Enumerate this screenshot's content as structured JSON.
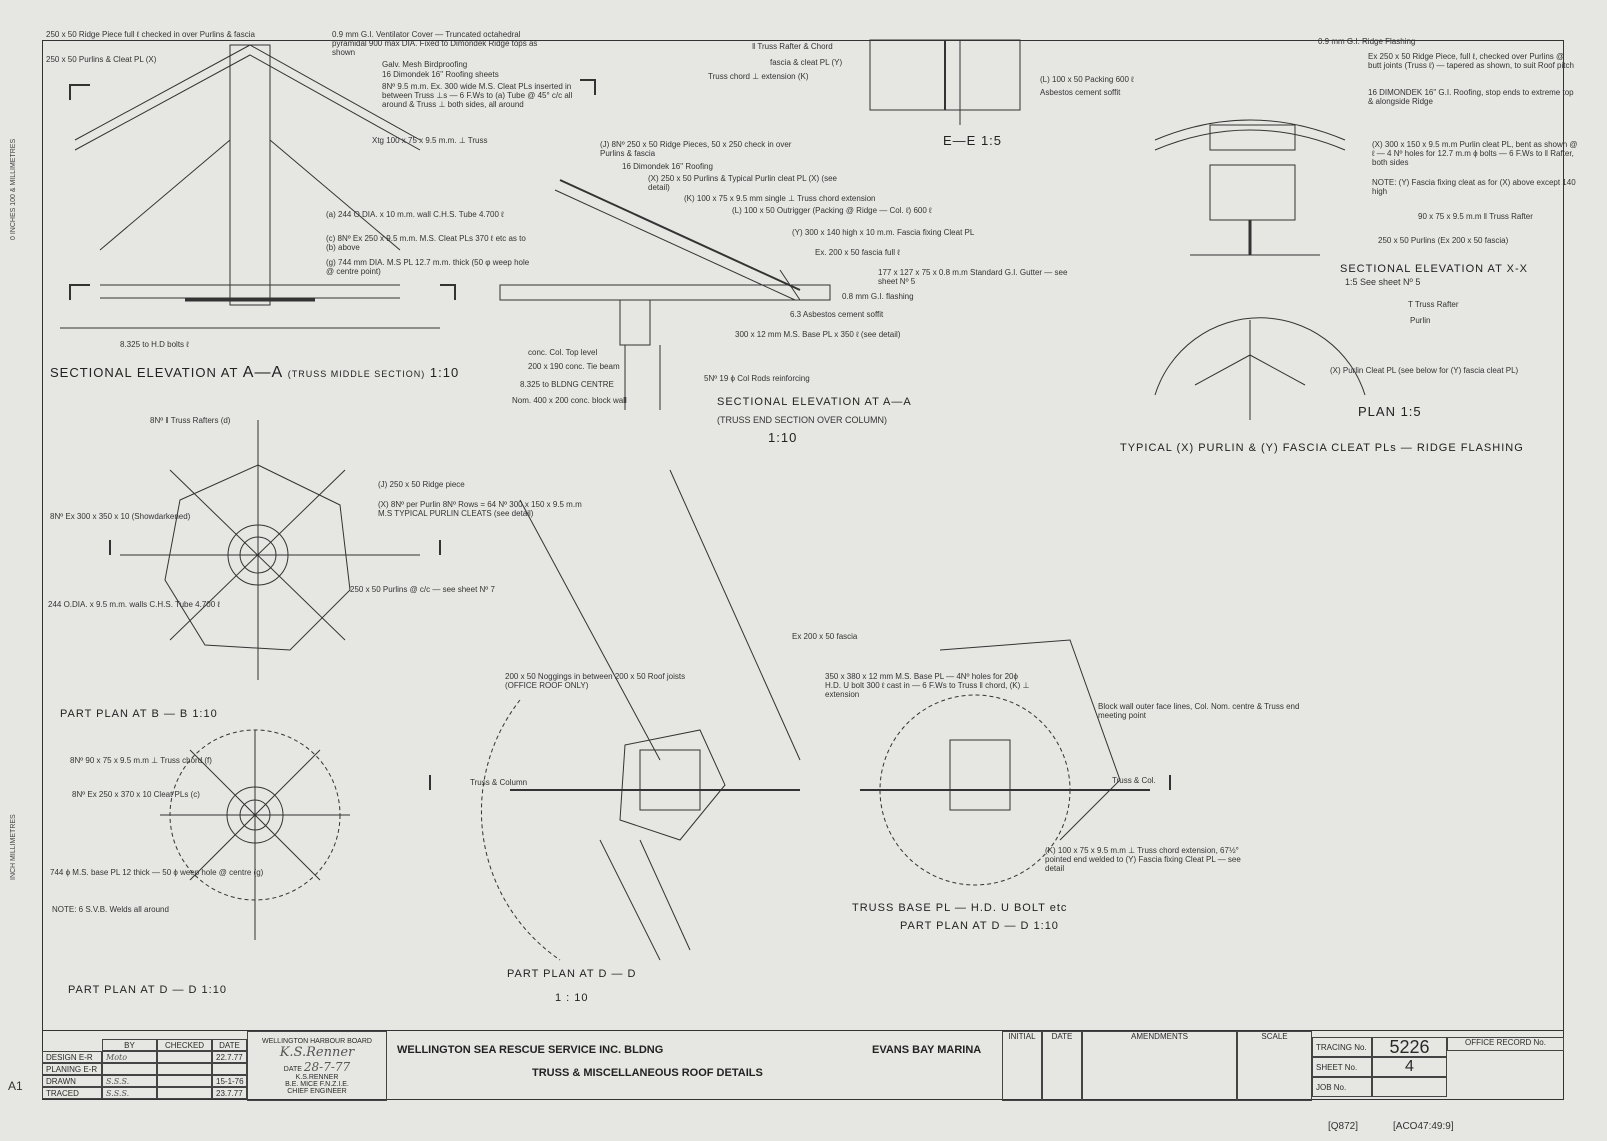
{
  "views": {
    "sec_aa_middle": {
      "title": "SECTIONAL ELEVATION AT",
      "mark": "A—A",
      "note": "(TRUSS MIDDLE SECTION)",
      "scale": "1:10"
    },
    "ee": {
      "title": "E—E 1:5"
    },
    "sec_xx": {
      "title": "SECTIONAL ELEVATION AT X-X",
      "sub": "1:5  See sheet Nº 5"
    },
    "plan": {
      "title": "PLAN 1:5"
    },
    "typical": {
      "title": "TYPICAL (X) PURLIN & (Y) FASCIA CLEAT PLs — RIDGE FLASHING"
    },
    "sec_aa_end": {
      "title": "SECTIONAL ELEVATION AT A—A",
      "note": "(TRUSS END SECTION OVER COLUMN)",
      "scale": "1:10"
    },
    "bb": {
      "title": "PART PLAN AT B — B",
      "scale": "1:10"
    },
    "dd_left": {
      "title": "PART PLAN AT D — D",
      "scale": "1:10"
    },
    "dd_mid": {
      "title": "PART PLAN AT D — D",
      "scale": "1 : 10"
    },
    "truss_base": {
      "title": "TRUSS BASE PL — H.D. U BOLT  etc",
      "sub": "PART PLAN AT D — D   1:10"
    }
  },
  "annotations": [
    "250 x 50 Ridge Piece full ℓ checked in over Purlins & fascia",
    "250 x 50 Purlins & Cleat PL (X)",
    "0.9 mm G.I. Ventilator Cover — Truncated octahedral pyramidal 900 max DIA. Fixed to Dimondek Ridge tops as shown",
    "Galv. Mesh Birdproofing",
    "16 Dimondek 16\" Roofing sheets",
    "8Nº 9.5 m.m. Ex. 300 wide M.S. Cleat PLs inserted in between Truss ⊥s — 6 F.Ws to (a) Tube @ 45° c/c all around & Truss ⊥ both sides, all around",
    "Xtg 100 x 75 x 9.5 m.m. ⊥ Truss",
    "(a) 244 O.DIA. x 10 m.m. wall C.H.S. Tube 4.700 ℓ",
    "(c) 8Nº Ex 250 x 9.5 m.m. M.S. Cleat PLs 370 ℓ etc as to (b) above",
    "(g) 744 mm DIA. M.S PL 12.7 m.m. thick (50 φ weep hole @ centre point)",
    "8.325 to H.D bolts ℓ",
    "‖ Truss Rafter & Chord",
    "fascia & cleat PL (Y)",
    "Truss chord ⊥ extension (K)",
    "(L) 100 x 50 Packing 600 ℓ",
    "Asbestos cement soffit",
    "0.9 mm G.I. Ridge Flashing",
    "Ex 250 x 50 Ridge Piece, full ℓ, checked over Purlins @ butt joints (Truss ℓ) — tapered as shown, to suit Roof pitch",
    "16 DIMONDEK 16\" G.I. Roofing, stop ends to extreme top & alongside Ridge",
    "(X) 300 x 150 x 9.5 m.m Purlin cleat PL, bent as shown @ ℓ — 4 Nº holes for 12.7 m.m ϕ bolts — 6 F.Ws to ‖ Rafter, both sides",
    "NOTE: (Y) Fascia fixing cleat as for (X) above except 140 high",
    "90 x 75 x 9.5 m.m ‖ Truss Rafter",
    "250 x 50 Purlins (Ex 200 x 50 fascia)",
    "T Truss Rafter",
    "Purlin",
    "(X) Purlin Cleat PL (see below for (Y) fascia cleat PL)",
    "(J) 8Nº 250 x 50 Ridge Pieces, 50 x 250 check in over Purlins & fascia",
    "16 Dimondek 16\" Roofing",
    "(X) 250 x 50 Purlins & Typical Purlin cleat PL (X) (see detail)",
    "(K) 100 x 75 x 9.5 mm single ⊥ Truss chord extension",
    "(L) 100 x 50 Outrigger (Packing @ Ridge — Col. ℓ) 600 ℓ",
    "(Y) 300 x 140 high x 10 m.m. Fascia fixing Cleat PL",
    "Ex. 200 x 50 fascia full ℓ",
    "177 x 127 x 75 x 0.8 m.m Standard G.I. Gutter — see sheet Nº 5",
    "0.8 mm G.I. flashing",
    "6.3 Asbestos cement soffit",
    "300 x 12 mm M.S. Base PL x 350 ℓ (see detail)",
    "conc. Col. Top level",
    "200 x 190 conc. Tie beam",
    "8.325 to BLDNG CENTRE",
    "Nom. 400 x 200 conc. block wall",
    "5Nº 19 ϕ Col Rods reinforcing",
    "8Nº ‖ Truss Rafters (d)",
    "(J) 250 x 50 Ridge piece",
    "(X) 8Nº per Purlin 8Nº Rows = 64 Nº 300 x 150 x 9.5 m.m M.S TYPICAL PURLIN CLEATS (see detail)",
    "8Nº Ex 300 x 350 x 10 (Showdarkened)",
    "244 O.DIA. x 9.5 m.m. walls C.H.S. Tube 4.700 ℓ",
    "250 x 50 Purlins @ c/c — see sheet Nº 7",
    "8Nº 90 x 75 x 9.5 m.m ⊥ Truss chord (f)",
    "8Nº Ex 250 x 370 x 10 Cleat PLs (c)",
    "744 ϕ M.S. base PL 12 thick — 50 ϕ weep hole @ centre (g)",
    "NOTE: 6 S.V.B. Welds all around",
    "Ex 200 x 50 fascia",
    "200 x 50 Noggings in between 200 x 50 Roof joists (OFFICE ROOF ONLY)",
    "350 x 380 x 12 mm M.S. Base PL — 4Nº holes for 20ϕ H.D. U bolt 300 ℓ cast in — 6 F.Ws to Truss ‖ chord, (K) ⊥ extension",
    "Block wall outer face lines, Col. Nom. centre & Truss end meeting point",
    "(K) 100 x 75 x 9.5 m.m ⊥ Truss chord extension, 67½° pointed end welded to (Y) Fascia fixing Cleat PL — see detail",
    "Truss & Column",
    "Truss & Col."
  ],
  "title_block": {
    "headers": {
      "by": "BY",
      "checked": "CHECKED",
      "date": "DATE"
    },
    "rows": [
      {
        "role": "DESIGN E-R",
        "by": "Moto",
        "checked": "",
        "date": "22.7.77"
      },
      {
        "role": "PLANING E-R",
        "by": "",
        "checked": "",
        "date": ""
      },
      {
        "role": "DRAWN",
        "by": "S.S.S.",
        "checked": "",
        "date": "15-1-76"
      },
      {
        "role": "TRACED",
        "by": "S.S.S.",
        "checked": "",
        "date": "23.7.77"
      }
    ],
    "authority": "WELLINGTON HARBOUR BOARD",
    "signature": "K.S.Renner",
    "date_label": "DATE",
    "date_value": "28-7-77",
    "engineer": "K.S.RENNER",
    "engineer_quals": "B.E. MICE F.N.Z.I.E.",
    "engineer_title": "CHIEF ENGINEER",
    "project": "WELLINGTON  SEA RESCUE SERVICE INC. BLDNG",
    "drawing_title": "TRUSS & MISCELLANEOUS ROOF DETAILS",
    "location": "EVANS BAY MARINA",
    "amend_headers": {
      "initial": "INITIAL",
      "date": "DATE",
      "amendments": "AMENDMENTS",
      "scale": "SCALE"
    },
    "tracing_label": "TRACING No.",
    "tracing_no": "5226",
    "sheet_label": "SHEET No.",
    "sheet_no": "4",
    "job_label": "JOB No.",
    "office_label": "OFFICE RECORD No."
  },
  "margin": {
    "size": "A1",
    "stamp1": "[Q872]",
    "stamp2": "[ACO47:49:9]",
    "ruler_top": "0 INCHES 100 & MILLIMETRES",
    "ruler_bottom": "INCH MILLIMETRES"
  },
  "colors": {
    "paper": "#e6e6e3",
    "ink": "#2a2a2a"
  }
}
